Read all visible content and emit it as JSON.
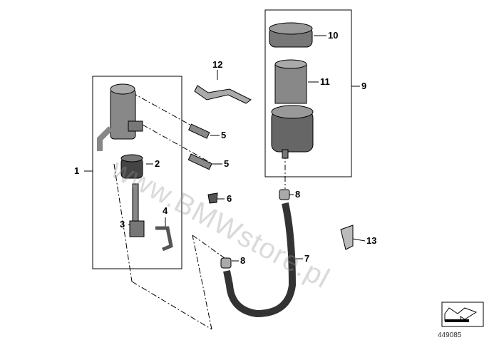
{
  "diagram": {
    "callouts": [
      "1",
      "2",
      "3",
      "4",
      "5",
      "5",
      "6",
      "7",
      "8",
      "8",
      "9",
      "10",
      "11",
      "12",
      "13"
    ],
    "watermark": "www.BMWstore.pl",
    "diagram_number": "449085",
    "nav_icon": "arrow-icon"
  }
}
